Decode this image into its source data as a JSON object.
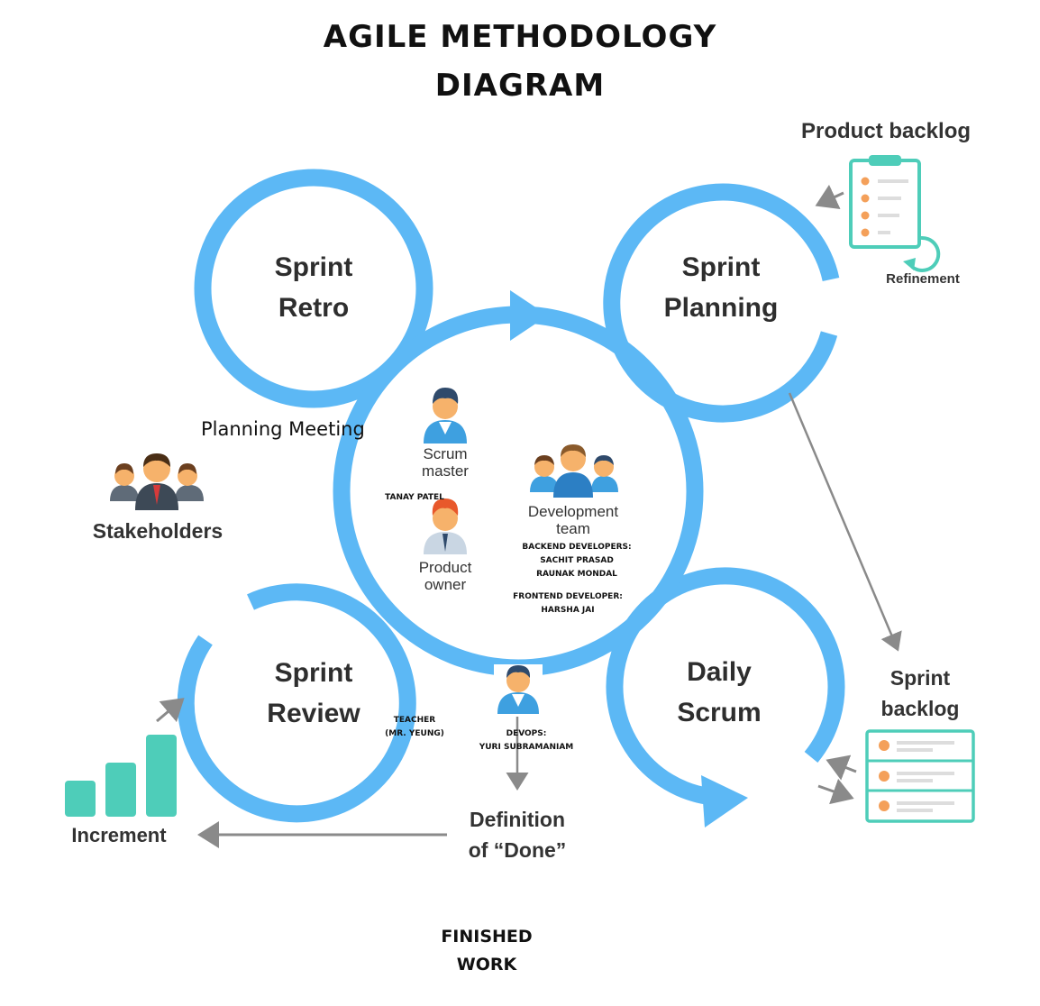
{
  "title": {
    "line1": "AGILE METHODOLOGY",
    "line2": "DIAGRAM"
  },
  "circles": {
    "retro": {
      "line1": "Sprint",
      "line2": "Retro"
    },
    "planning": {
      "line1": "Sprint",
      "line2": "Planning"
    },
    "review": {
      "line1": "Sprint",
      "line2": "Review"
    },
    "daily": {
      "line1": "Daily",
      "line2": "Scrum"
    }
  },
  "planning_meeting": "Planning Meeting",
  "stakeholders": "Stakeholders",
  "product_backlog": "Product backlog",
  "refinement": "Refinement",
  "sprint_backlog": {
    "line1": "Sprint",
    "line2": "backlog"
  },
  "increment": "Increment",
  "definition_done": {
    "line1": "Definition",
    "line2": "of “Done”"
  },
  "scrum_master": {
    "line1": "Scrum",
    "line2": "master",
    "name": "TANAY PATEL"
  },
  "product_owner": {
    "line1": "Product",
    "line2": "owner"
  },
  "development_team": {
    "line1": "Development",
    "line2": "team",
    "backend_heading": "BACKEND DEVELOPERS:",
    "backend_1": "SACHIT PRASAD",
    "backend_2": "RAUNAK MONDAL",
    "frontend_heading": "FRONTEND DEVELOPER:",
    "frontend_1": "HARSHA JAI"
  },
  "teacher": {
    "line1": "TEACHER",
    "line2": "(MR. YEUNG)"
  },
  "devops": {
    "line1": "DEVOPS:",
    "line2": "YURI SUBRAMANIAM"
  },
  "finished_work": {
    "line1": "FINISHED",
    "line2": "WORK"
  },
  "colors": {
    "circle_blue": "#5cb8f5",
    "teal": "#4ecdb9",
    "arrow_gray": "#8a8a8a",
    "orange": "#f4a05a"
  },
  "icons": [
    "clipboard-icon",
    "refresh-icon",
    "person-icon",
    "group-icon",
    "bar-chart-icon",
    "list-icon"
  ]
}
